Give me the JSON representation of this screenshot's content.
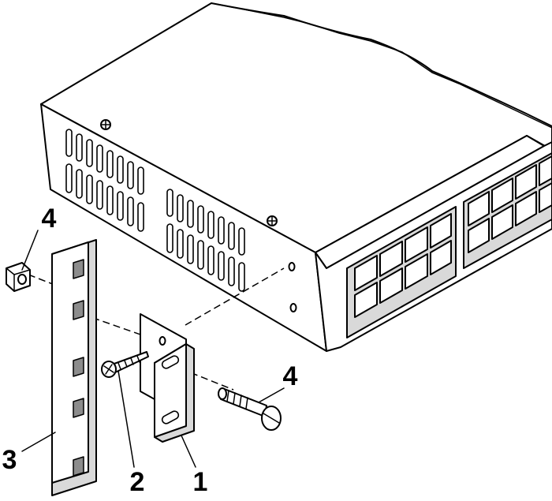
{
  "callouts": [
    {
      "id": "callout-4-top",
      "label": "4"
    },
    {
      "id": "callout-3",
      "label": "3"
    },
    {
      "id": "callout-2",
      "label": "2"
    },
    {
      "id": "callout-1",
      "label": "1"
    },
    {
      "id": "callout-4-right",
      "label": "4"
    }
  ],
  "parts": [
    "switch-chassis",
    "mounting-bracket",
    "bracket-screw",
    "rack-rail",
    "cage-nut",
    "rack-screw"
  ]
}
